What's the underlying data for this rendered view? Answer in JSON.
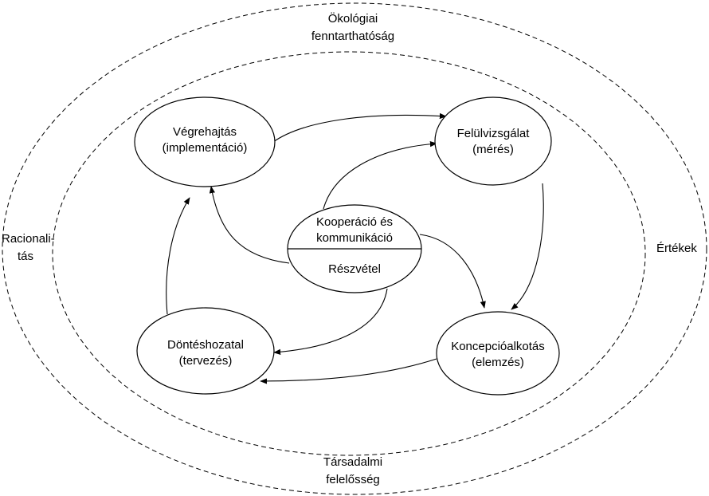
{
  "outer": {
    "top": [
      "Ökológiai",
      "fenntarthatóság"
    ],
    "bottom": [
      "Társadalmi",
      "felelősség"
    ],
    "left": [
      "Racionali-",
      "tás"
    ],
    "right": [
      "Értékek"
    ]
  },
  "nodes": {
    "vegrehajtas": [
      "Végrehajtás",
      "(implementáció)"
    ],
    "felulvizsgalat": [
      "Felülvizsgálat",
      "(mérés)"
    ],
    "donteshozatal": [
      "Döntéshozatal",
      "(tervezés)"
    ],
    "koncepcio": [
      "Koncepcióalkotás",
      "(elemzés)"
    ],
    "center_top": [
      "Kooperáció és",
      "kommunikáció"
    ],
    "center_bottom": [
      "Részvétel"
    ]
  }
}
